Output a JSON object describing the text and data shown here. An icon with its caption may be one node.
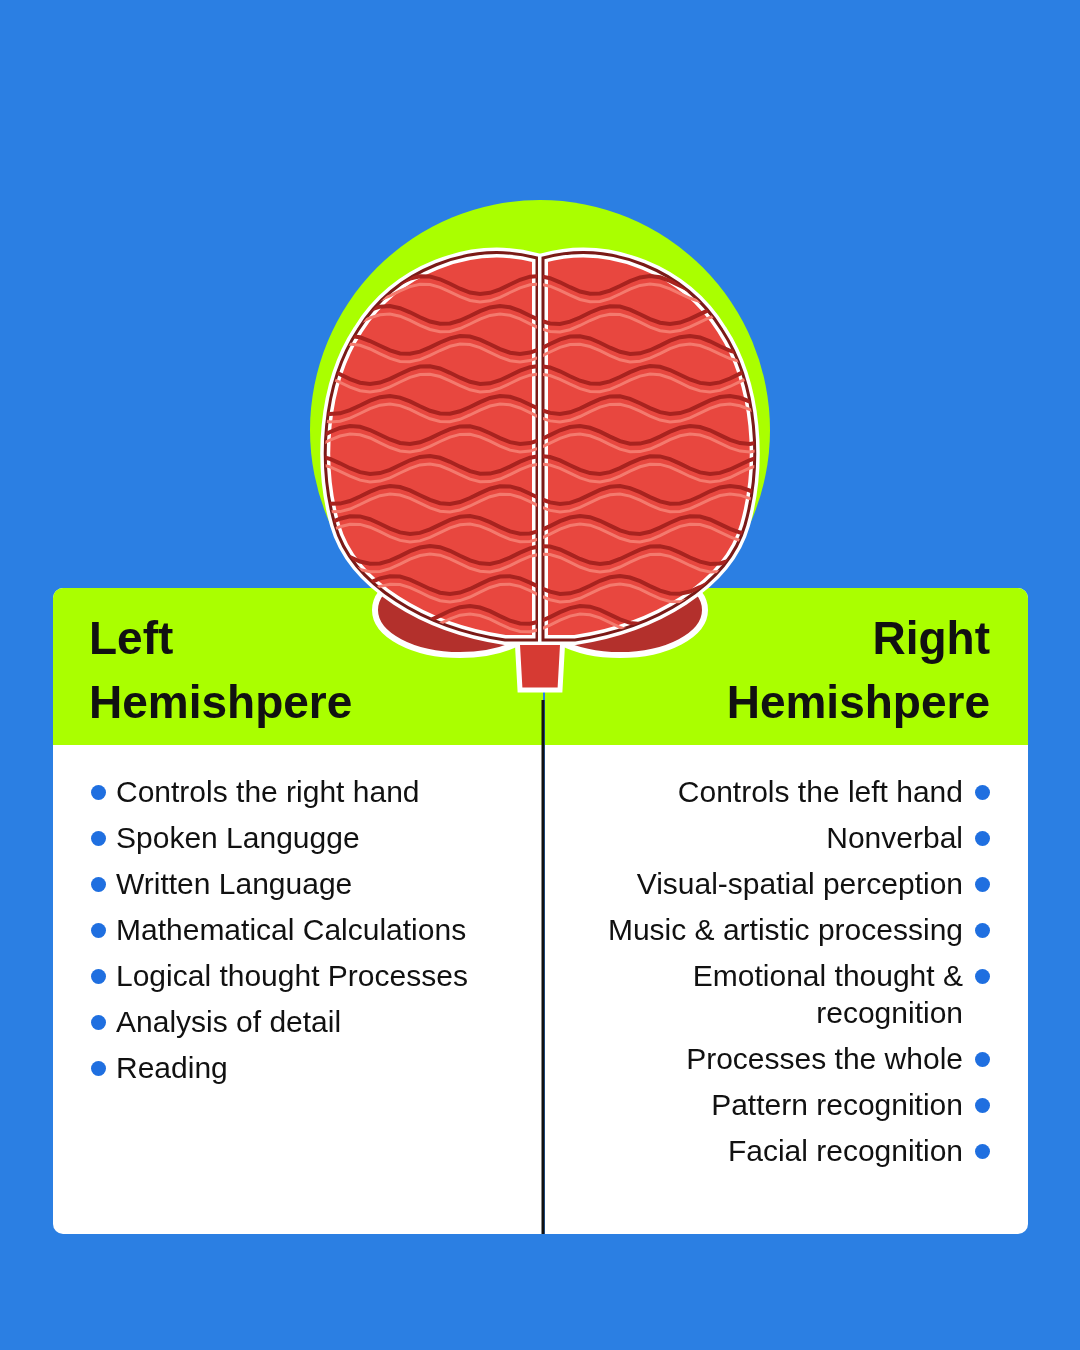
{
  "diagram": {
    "nodes": [
      {
        "text": [],
        "shape": "picture"
      },
      {
        "text": [
          "Left Hemishpere",
          "Controls the right hand",
          "Spoken Langugge",
          "Written Language",
          "Mathematical Calculations",
          "Logical thought Processes",
          "Analysis of detail",
          "Reading"
        ]
      },
      {
        "text": [
          "Right Hemishpere",
          "Controls the left hand",
          "Nonverbal",
          "Visual-spatial perception",
          "Music & artistic processing",
          "Emotional thought & recognition",
          "Processes the whole",
          "Pattern recognition",
          "Facial recognition"
        ]
      }
    ]
  }
}
